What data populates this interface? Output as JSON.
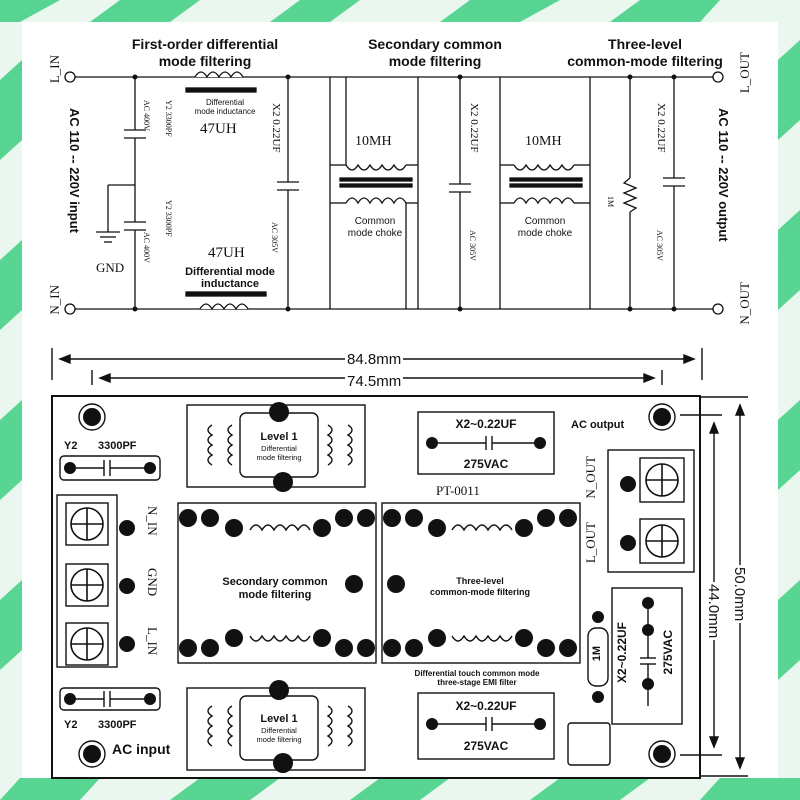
{
  "colors": {
    "background_pattern": "#3fcf83",
    "ink": "#111111",
    "sheet": "#ffffff"
  },
  "schematic": {
    "headings": {
      "stage1": "First-order differential\nmode filtering",
      "stage2": "Secondary common\nmode filtering",
      "stage3": "Three-level\ncommon-mode filtering"
    },
    "terminals": {
      "l_in": "L_IN",
      "n_in": "N_IN",
      "l_out": "L_OUT",
      "n_out": "N_OUT",
      "gnd": "GND"
    },
    "side_labels": {
      "input": "AC 110 -- 220V input",
      "output": "AC 110 -- 220V output"
    },
    "components": {
      "diff_ind_top_caption": "Differential\nmode inductance",
      "diff_ind_top_value": "47UH",
      "diff_ind_bottom_value": "47UH",
      "diff_ind_bottom_caption": "Differential mode\ninductance",
      "y_cap_top_rating": "AC 400V",
      "y_cap_top_value": "Y2 3300PF",
      "y_cap_bottom_rating": "AC 400V",
      "y_cap_bottom_value": "Y2 3300PF",
      "x_cap1_value": "X2 0.22UF",
      "x_cap1_rating": "AC 305V",
      "x_cap2_value": "X2 0.22UF",
      "x_cap2_rating": "AC 305V",
      "x_cap3_value": "X2 0.22UF",
      "x_cap3_rating": "AC 305V",
      "choke1_value": "10MH",
      "choke1_caption": "Common\nmode choke",
      "choke2_value": "10MH",
      "choke2_caption": "Common\nmode choke",
      "resistor_value": "1M"
    }
  },
  "board": {
    "dimensions": {
      "outer_width": "84.8mm",
      "hole_width": "74.5mm",
      "outer_height": "50.0mm",
      "hole_height": "44.0mm"
    },
    "labels": {
      "y2_top": "Y2",
      "y2_top_value": "3300PF",
      "y2_bottom": "Y2",
      "y2_bottom_value": "3300PF",
      "ac_input": "AC input",
      "ac_output": "AC output",
      "n_in": "N_IN",
      "gnd": "GND",
      "l_in": "L_IN",
      "n_out": "N_OUT",
      "l_out": "L_OUT",
      "model": "PT-0011",
      "level1_top": "Level 1",
      "level1_top_sub": "Differential\nmode filtering",
      "level1_bottom": "Level 1",
      "level1_bottom_sub": "Differential\nmode filtering",
      "secondary": "Secondary common\nmode filtering",
      "three_level": "Three-level\ncommon-mode filtering",
      "bottom_caption": "Differential touch common mode\nthree-stage EMI filter",
      "xcap_top_value": "X2~0.22UF",
      "xcap_top_rating": "275VAC",
      "xcap_bottom_value": "X2~0.22UF",
      "xcap_bottom_rating": "275VAC",
      "xcap_right_value": "X2~0.22UF",
      "xcap_right_rating": "275VAC",
      "resistor": "1M"
    }
  }
}
